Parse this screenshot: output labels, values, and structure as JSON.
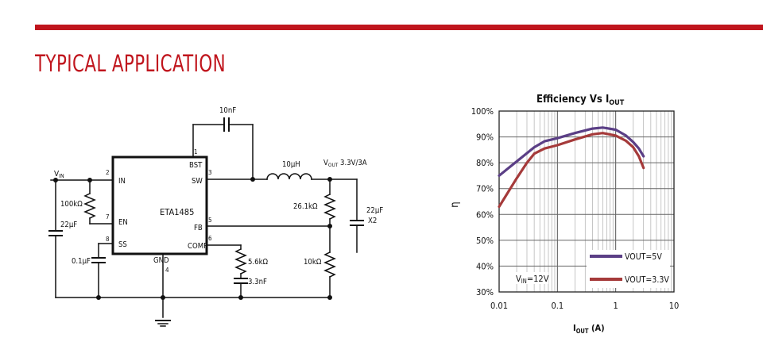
{
  "page": {
    "title": "TYPICAL APPLICATION",
    "accent_color": "#c0151d"
  },
  "schematic": {
    "chip_name": "ETA1485",
    "pins": {
      "bst": "BST",
      "bst_num": "1",
      "in": "IN",
      "in_num": "2",
      "sw": "SW",
      "sw_num": "3",
      "gnd": "GND",
      "gnd_num": "4",
      "fb": "FB",
      "fb_num": "5",
      "comp": "COMP",
      "comp_num": "6",
      "en": "EN",
      "en_num": "7",
      "ss": "SS",
      "ss_num": "8"
    },
    "vin_label": "V",
    "vin_sub": "IN",
    "vout_main": "V",
    "vout_sub": "OUT",
    "vout_value": " 3.3V/3A",
    "components": {
      "c_boot": "10nF",
      "l1": "10μH",
      "r_en": "100kΩ",
      "c_in": "22μF",
      "c_ss": "0.1μF",
      "r_top": "26.1kΩ",
      "r_bot": "10kΩ",
      "r_comp": "5.6kΩ",
      "c_comp": "3.3nF",
      "c_out": "22μF",
      "c_out_qty": "X2"
    }
  },
  "chart_data": {
    "type": "line",
    "title_main": "Efficiency Vs  I",
    "title_sub": "OUT",
    "xlabel_main": "I",
    "xlabel_sub": "OUT",
    "xlabel_unit": " (A)",
    "ylabel": "η",
    "x_scale": "log",
    "xlim": [
      0.01,
      10
    ],
    "ylim": [
      30,
      100
    ],
    "x_ticks": [
      0.01,
      0.1,
      1,
      10
    ],
    "x_tick_labels": [
      "0.01",
      "0.1",
      "1",
      "10"
    ],
    "y_ticks": [
      30,
      40,
      50,
      60,
      70,
      80,
      90,
      100
    ],
    "y_tick_labels": [
      "30%",
      "40%",
      "50%",
      "60%",
      "70%",
      "80%",
      "90%",
      "100%"
    ],
    "grid": true,
    "legend_position": "bottom-right",
    "condition_main": "V",
    "condition_sub": "IN",
    "condition_value": "=12V",
    "series": [
      {
        "name": "VOUT=5V",
        "color": "#5b3f86",
        "x": [
          0.01,
          0.02,
          0.04,
          0.06,
          0.1,
          0.2,
          0.4,
          0.6,
          1.0,
          1.5,
          2.0,
          2.5,
          3.0
        ],
        "y": [
          75,
          80.5,
          86,
          88.3,
          89.5,
          91.5,
          93.2,
          93.6,
          92.8,
          90.5,
          88,
          85.5,
          82.5
        ]
      },
      {
        "name": "VOUT=3.3V",
        "color": "#a53a3a",
        "x": [
          0.01,
          0.02,
          0.03,
          0.04,
          0.06,
          0.1,
          0.2,
          0.4,
          0.6,
          1.0,
          1.5,
          2.0,
          2.5,
          3.0
        ],
        "y": [
          63,
          74,
          80,
          83.5,
          85.5,
          86.8,
          89,
          91,
          91.5,
          90.5,
          88.5,
          86,
          82.5,
          78
        ]
      }
    ]
  }
}
